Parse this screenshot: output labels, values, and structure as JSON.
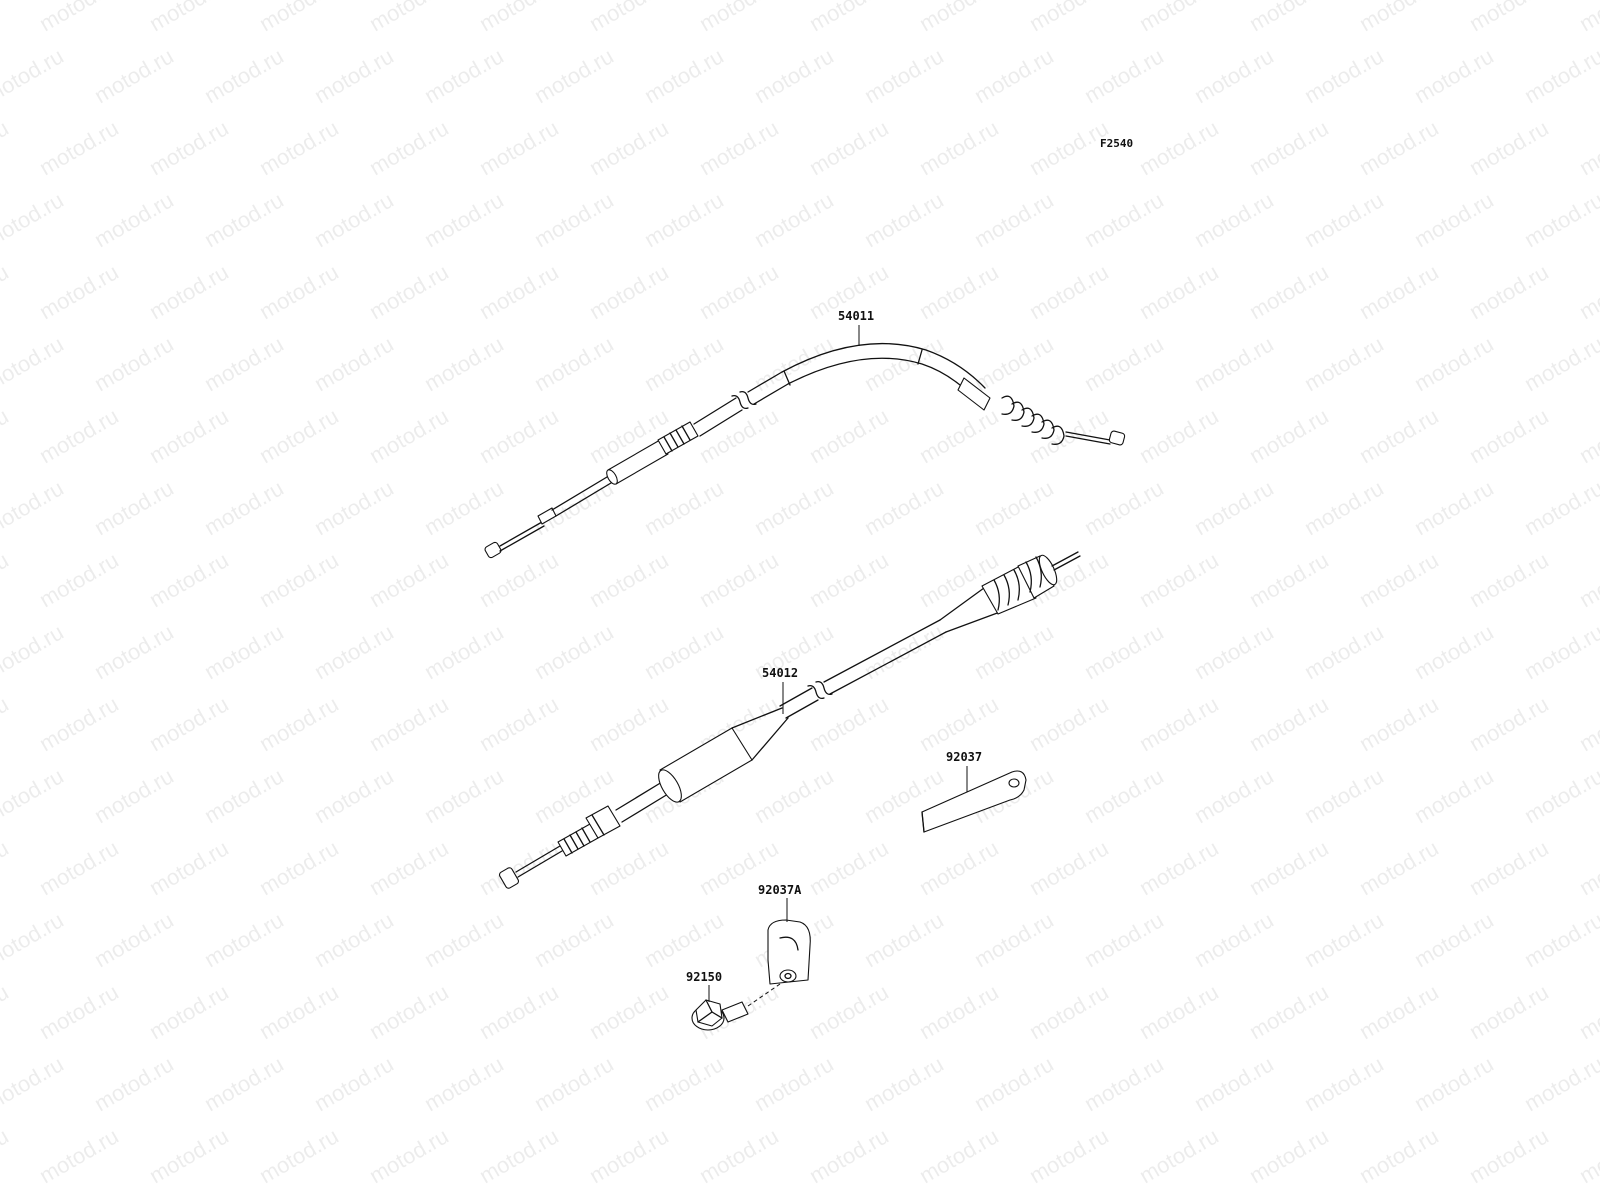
{
  "watermark": {
    "text": "motod.ru"
  },
  "figure_code": "F2540",
  "parts": [
    {
      "id": "clutch-cable",
      "label": "54011"
    },
    {
      "id": "throttle-cable",
      "label": "54012"
    },
    {
      "id": "strap",
      "label": "92037"
    },
    {
      "id": "cable-clamp",
      "label": "92037A"
    },
    {
      "id": "bolt",
      "label": "92150"
    }
  ]
}
